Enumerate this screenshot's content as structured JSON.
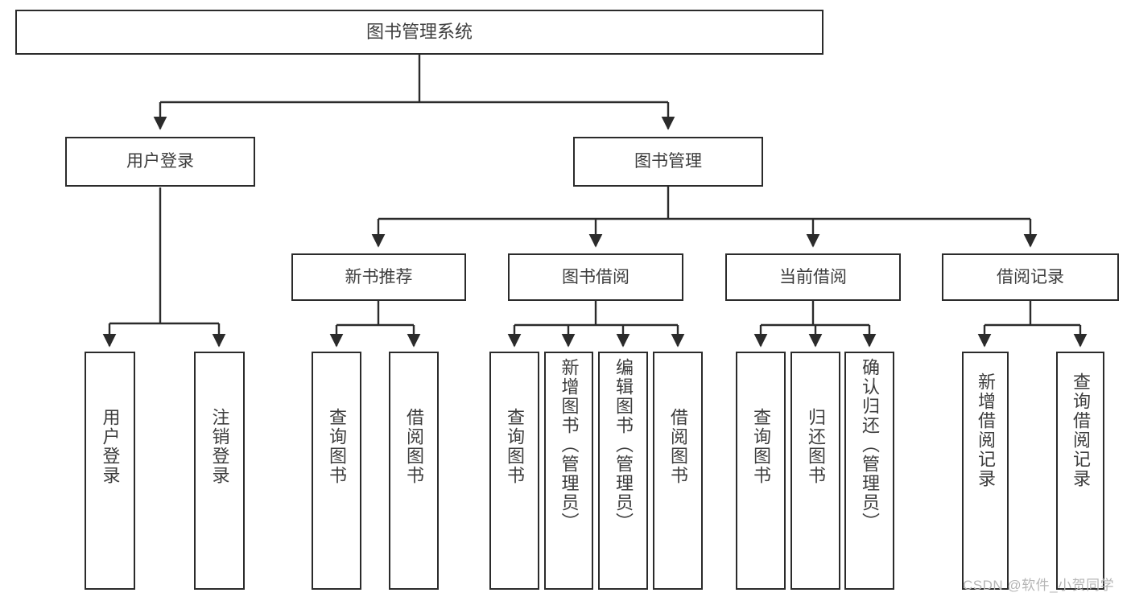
{
  "diagram": {
    "title_node": {
      "label": "图书管理系统"
    },
    "level2": [
      {
        "id": "user-login",
        "label": "用户登录"
      },
      {
        "id": "book-management",
        "label": "图书管理"
      }
    ],
    "level3": [
      {
        "id": "new-book-recommend",
        "label": "新书推荐"
      },
      {
        "id": "book-borrow",
        "label": "图书借阅"
      },
      {
        "id": "current-borrow",
        "label": "当前借阅"
      },
      {
        "id": "borrow-record",
        "label": "借阅记录"
      }
    ],
    "leaves": [
      {
        "id": "leaf-user-login",
        "label": "用户登录",
        "parent": "user-login"
      },
      {
        "id": "leaf-logout-login",
        "label": "注销登录",
        "parent": "user-login"
      },
      {
        "id": "leaf-query-book-1",
        "label": "查询图书",
        "parent": "new-book-recommend"
      },
      {
        "id": "leaf-borrow-book-1",
        "label": "借阅图书",
        "parent": "new-book-recommend"
      },
      {
        "id": "leaf-query-book-2",
        "label": "查询图书",
        "parent": "book-borrow"
      },
      {
        "id": "leaf-add-book",
        "label": "新增图书（管理员）",
        "parent": "book-borrow"
      },
      {
        "id": "leaf-edit-book",
        "label": "编辑图书（管理员）",
        "parent": "book-borrow"
      },
      {
        "id": "leaf-borrow-book-2",
        "label": "借阅图书",
        "parent": "book-borrow"
      },
      {
        "id": "leaf-query-book-3",
        "label": "查询图书",
        "parent": "current-borrow"
      },
      {
        "id": "leaf-return-book",
        "label": "归还图书",
        "parent": "current-borrow"
      },
      {
        "id": "leaf-confirm-return",
        "label": "确认归还（管理员）",
        "parent": "current-borrow"
      },
      {
        "id": "leaf-add-record",
        "label": "新增借阅记录",
        "parent": "borrow-record"
      },
      {
        "id": "leaf-query-record",
        "label": "查询借阅记录",
        "parent": "borrow-record"
      }
    ],
    "watermark": "CSDN @软件_小贺同学",
    "colors": {
      "stroke": "#2b2b2b",
      "text": "#3d3d3d",
      "background": "#ffffff",
      "watermark": "#b6b6b6"
    }
  }
}
